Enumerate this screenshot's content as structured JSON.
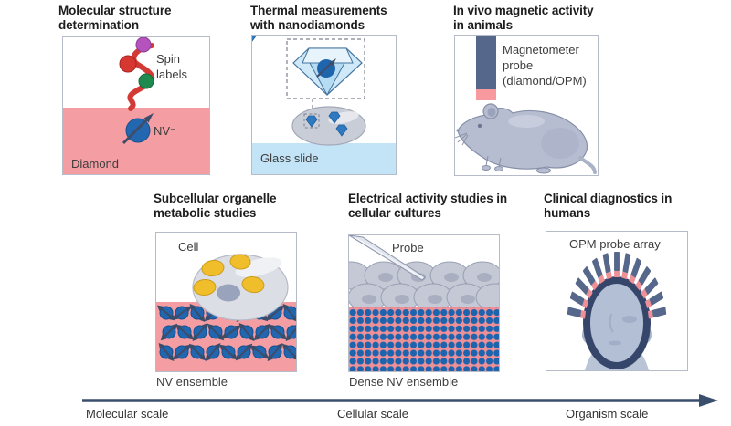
{
  "figure": {
    "panels": [
      {
        "id": "molecular-structure",
        "title": "Molecular structure determination",
        "labels": {
          "spin": "Spin labels",
          "nv": "NV⁻",
          "substrate": "Diamond"
        }
      },
      {
        "id": "thermal-nanodiamonds",
        "title": "Thermal measurements with nanodiamonds",
        "labels": {
          "substrate": "Glass slide"
        }
      },
      {
        "id": "in-vivo-animals",
        "title": "In vivo magnetic activity in animals",
        "labels": {
          "probe": "Magnetometer probe (diamond/OPM)"
        }
      },
      {
        "id": "subcellular-organelle",
        "title": "Subcellular organelle metabolic studies",
        "labels": {
          "cell": "Cell",
          "caption": "NV ensemble"
        }
      },
      {
        "id": "electrical-cultures",
        "title": "Electrical activity studies in cellular cultures",
        "labels": {
          "probe": "Probe",
          "caption": "Dense NV ensemble"
        }
      },
      {
        "id": "clinical-humans",
        "title": "Clinical diagnostics in humans",
        "labels": {
          "array": "OPM probe array"
        }
      }
    ],
    "scale_axis": {
      "labels": [
        "Molecular scale",
        "Cellular scale",
        "Organism scale"
      ]
    },
    "colors": {
      "diamond_pink": "#f49da2",
      "nv_blue": "#2267b0",
      "dense_dot_blue": "#1c64ae",
      "glass_blue": "#c3e4f6",
      "gem_blue": "#cfe9f8",
      "slate_probe": "#55678a",
      "probe_tip_pink": "#f7999f",
      "body_gray": "#b6bdd1",
      "organelle_yellow": "#f0be2a",
      "arrow_navy": "#3a4f6e",
      "title_text": "#1d1d1d",
      "label_text": "#3d3d3d"
    }
  }
}
